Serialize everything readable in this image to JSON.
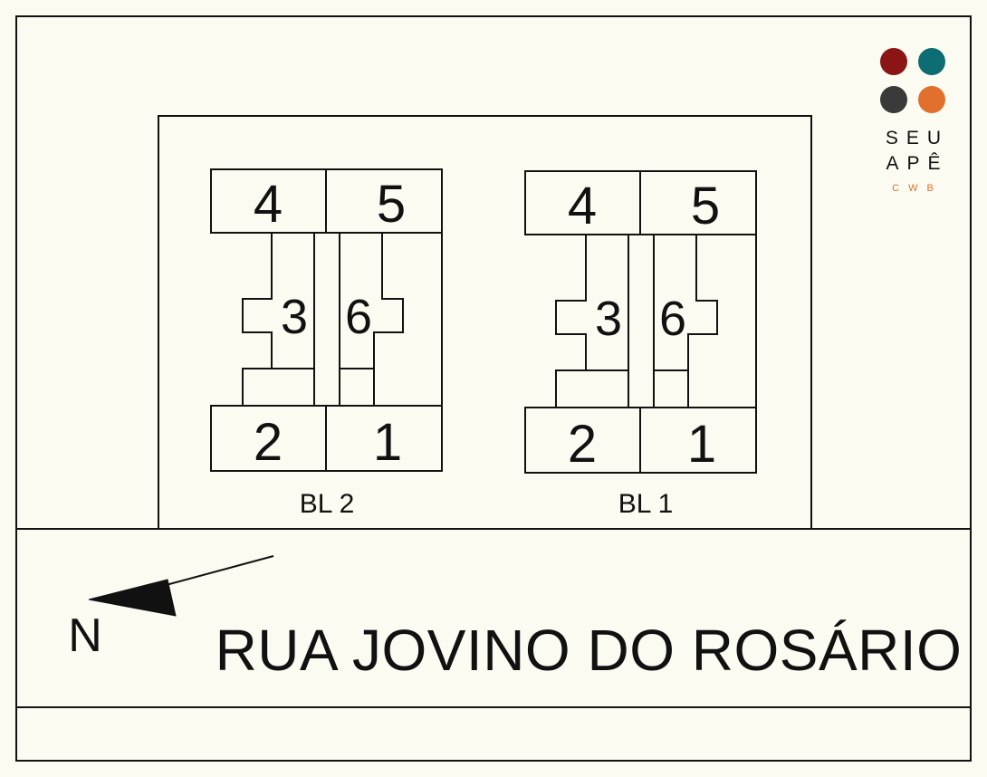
{
  "logo": {
    "line1": "SEU",
    "line2": "APÊ",
    "line3": "CWB",
    "dot_colors": [
      "#8b1414",
      "#0e6d72",
      "#3a3a3a",
      "#e0702c"
    ],
    "sub_color": "#e0702c"
  },
  "blocks": [
    {
      "label": "BL 2",
      "units": {
        "top_left": "4",
        "top_right": "5",
        "mid_left": "3",
        "mid_right": "6",
        "bottom_left": "2",
        "bottom_right": "1"
      }
    },
    {
      "label": "BL 1",
      "units": {
        "top_left": "4",
        "top_right": "5",
        "mid_left": "3",
        "mid_right": "6",
        "bottom_left": "2",
        "bottom_right": "1"
      }
    }
  ],
  "street": {
    "name": "RUA JOVINO DO ROSÁRIO"
  },
  "compass": {
    "label": "N"
  }
}
